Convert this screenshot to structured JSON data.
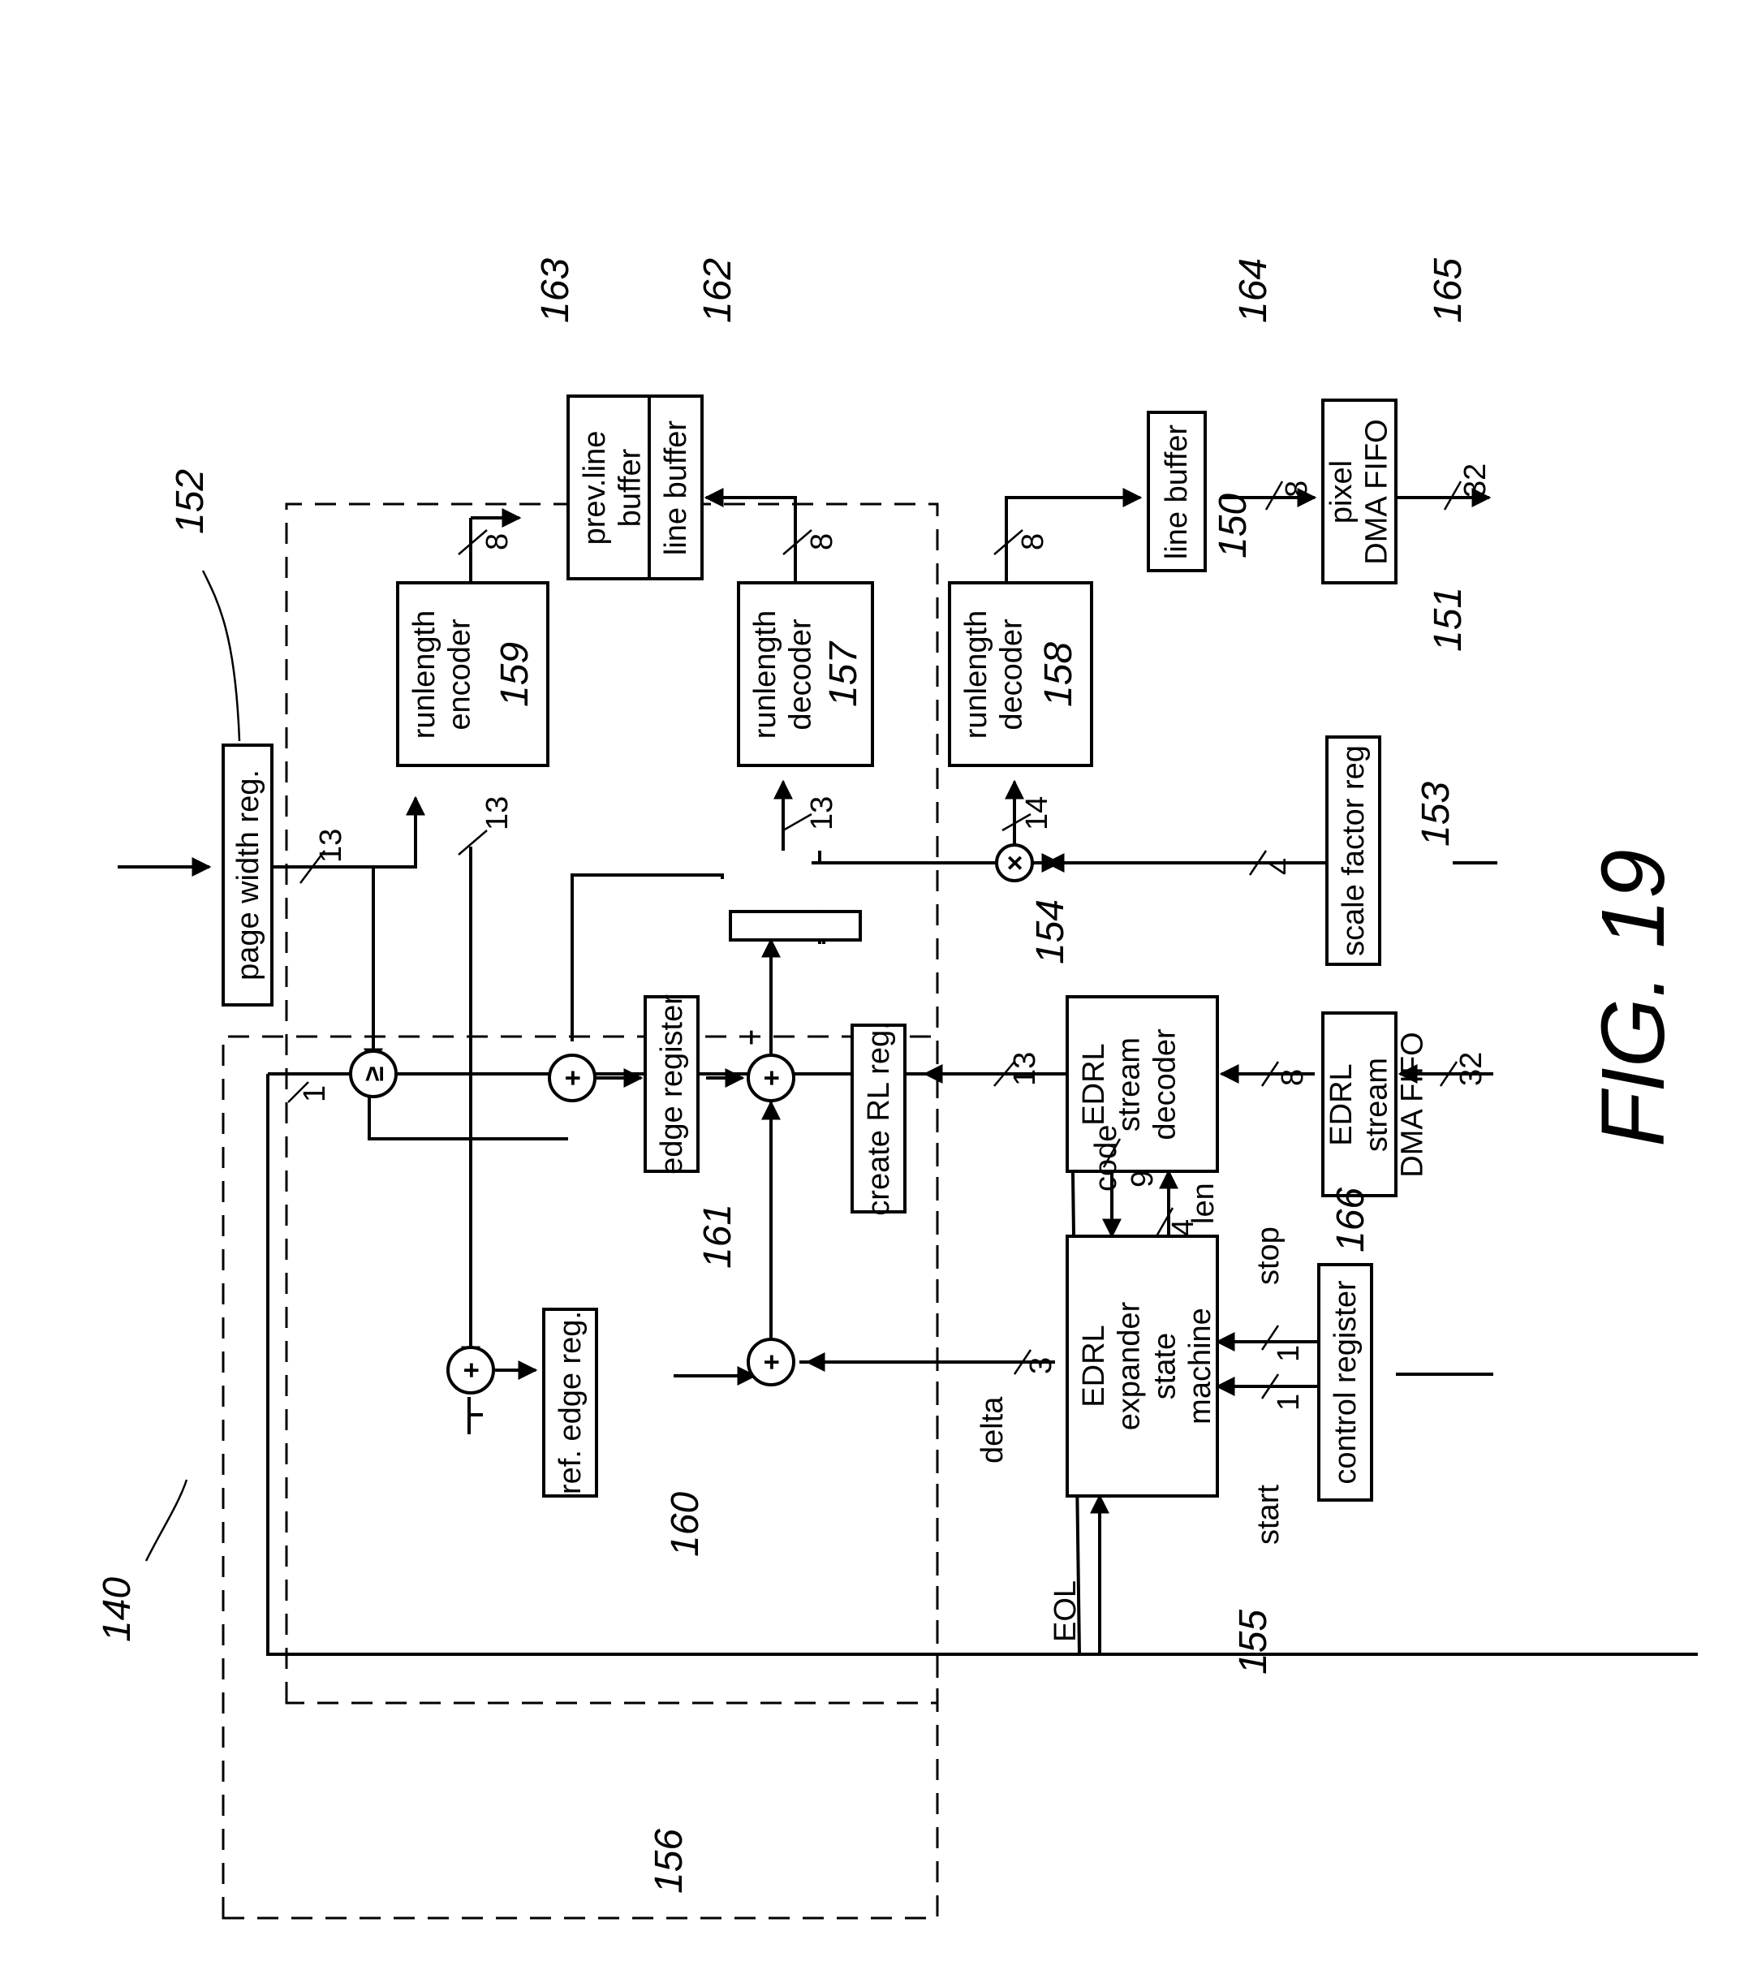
{
  "figure": {
    "caption": "FIG. 19"
  },
  "blocks": {
    "page_width_reg": "page width reg.",
    "runlength_encoder": "runlength|encoder",
    "runlength_encoder_num": "159",
    "prev_line_buffer": "prev.line|buffer",
    "line_buffer_top": "line buffer",
    "runlength_decoder_157": "runlength|decoder",
    "runlength_decoder_157_num": "157",
    "runlength_decoder_158": "runlength|decoder",
    "runlength_decoder_158_num": "158",
    "line_buffer_164": "line buffer",
    "pixel_dma_fifo": "pixel|DMA FIFO",
    "scale_factor_reg": "scale factor reg",
    "edge_register": "edge register",
    "ref_edge_reg": "ref. edge reg.",
    "create_rl_reg": "create RL reg.",
    "edrl_stream_decoder": "EDRL|stream|decoder",
    "edrl_stream_dma_fifo": "EDRL|stream|DMA FIFO",
    "edrl_expander_state_machine": "EDRL|expander|state|machine",
    "control_register": "control register"
  },
  "operators": {
    "ge": "≥",
    "plus": "+",
    "times": "×",
    "minus": "–"
  },
  "signals": {
    "code": "code",
    "len": "len",
    "delta": "delta",
    "start": "start",
    "stop": "stop",
    "eol": "EOL"
  },
  "bus_widths": {
    "w13": "13",
    "w8": "8",
    "w32": "32",
    "w14": "14",
    "w4": "4",
    "w1": "1",
    "w9": "9",
    "w3": "3"
  },
  "reference_numerals": {
    "r140": "140",
    "r150": "150",
    "r151": "151",
    "r152": "152",
    "r153": "153",
    "r154": "154",
    "r155": "155",
    "r156": "156",
    "r160": "160",
    "r161": "161",
    "r162": "162",
    "r163": "163",
    "r164": "164",
    "r165": "165",
    "r166": "166"
  }
}
